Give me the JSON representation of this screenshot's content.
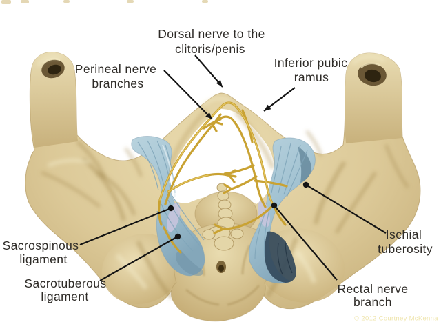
{
  "figure": {
    "copyright": "© 2012 Courtney McKenna",
    "labels": {
      "dorsal_nerve": {
        "line1": "Dorsal nerve to the",
        "line2": "clitoris/penis"
      },
      "perineal_nerve": {
        "line1": "Perineal nerve",
        "line2": "branches"
      },
      "inferior_pubic_ramus": {
        "line1": "Inferior pubic",
        "line2": "ramus"
      },
      "sacrospinous_ligament": {
        "line1": "Sacrospinous",
        "line2": "ligament"
      },
      "sacrotuberous_ligament": {
        "line1": "Sacrotuberous",
        "line2": "ligament"
      },
      "ischial_tuberosity": {
        "line1": "Ischial",
        "line2": "tuberosity"
      },
      "rectal_nerve": {
        "line1": "Rectal nerve",
        "line2": "branch"
      }
    },
    "colors": {
      "background": "#ffffff",
      "bone": "#d9c795",
      "bone_highlight": "#efe4bf",
      "bone_shadow": "#a68c55",
      "ligament_blue": "#a9c8d7",
      "ligament_dark": "#31475a",
      "nerve_yellow": "#d2ac3c",
      "label_text": "#2e2b27",
      "leader_line": "#141414",
      "copyright_text": "#efe5ad"
    }
  }
}
